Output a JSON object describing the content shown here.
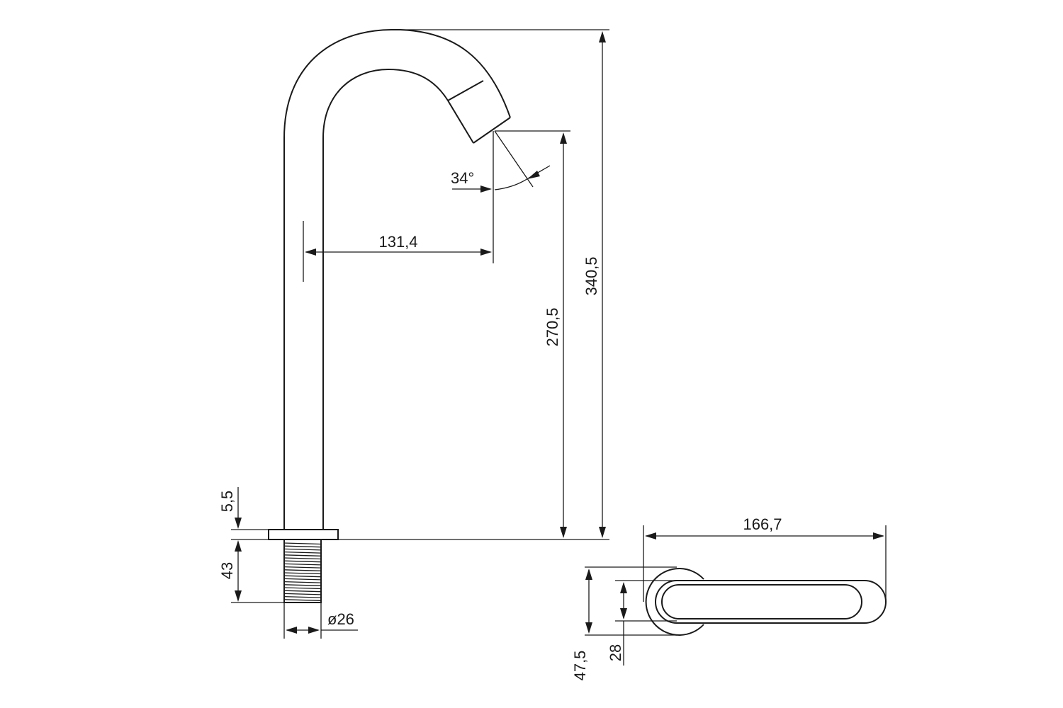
{
  "drawing": {
    "dimensions": {
      "outlet_angle": "34°",
      "spout_reach": "131,4",
      "outlet_height": "270,5",
      "total_height": "340,5",
      "flange_thickness": "5,5",
      "thread_length": "43",
      "thread_diameter": "ø26",
      "plan_length": "166,7",
      "plan_inner_width": "28",
      "plan_outer_diameter": "47,5"
    }
  }
}
